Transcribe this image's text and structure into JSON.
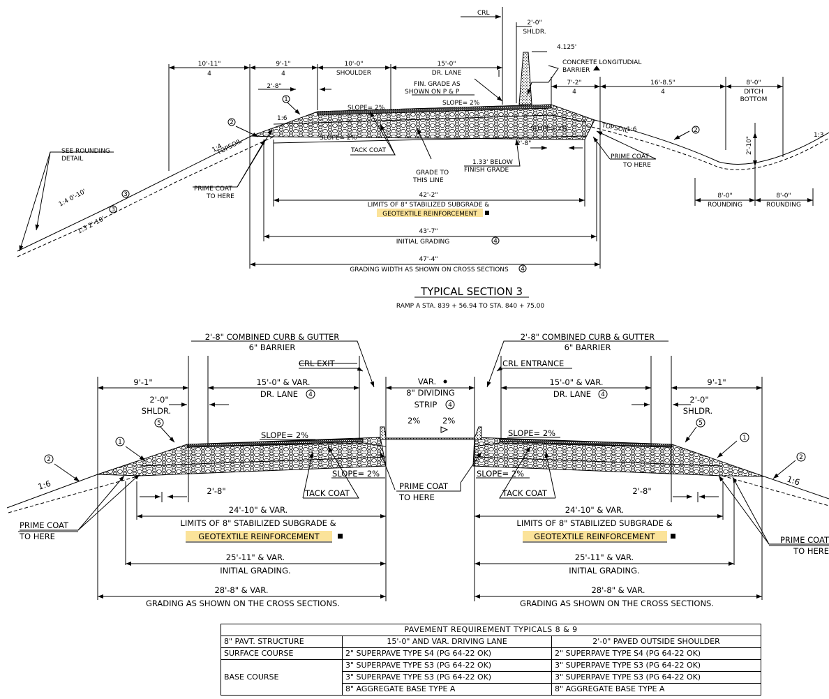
{
  "section3": {
    "dims_top": [
      "10'-11\"",
      "9'-1\"",
      "10'-0\"",
      "15'-0\"",
      "7'-2\"",
      "16'-8.5\"",
      "8'-0\""
    ],
    "dim_2_8_left": "2'-8\"",
    "crl": "CRL",
    "shldr_dim": "2'-0\"",
    "shldr": "SHLDR.",
    "offset": "4.125'",
    "barrier_l1": "CONCRETE LONGITUDIAL",
    "barrier_l2": "BARRIER",
    "shoulder": "SHOULDER",
    "dr_lane": "DR. LANE",
    "fin_grade_l1": "FIN. GRADE AS",
    "fin_grade_l2": "SHOWN ON P & P",
    "ditch_l1": "DITCH",
    "ditch_l2": "BOTTOM",
    "slope_1": "SLOPE= 2%",
    "slope_2": "SLOPE= 2%",
    "slope_3": "SLOPE= 2%",
    "slope_4": "SLOPE= 2%",
    "ratio_16_left": "1:6",
    "ratio_16_right": "1:6",
    "ratio_14": "1:4",
    "topsoil": "TOPSOIL",
    "topsoil_right": "TOPSOIL",
    "rounding_l1": "SEE ROUNDING",
    "rounding_l2": "DETAIL",
    "rounding_dim_1": "1:4  0'-10'",
    "rounding_dim_2": "1:3  2'-10'",
    "tack_coat": "TACK COAT",
    "grade_l1": "GRADE TO",
    "grade_l2": "THIS LINE",
    "below_l1": "1.33' BELOW",
    "below_l2": "FINISH GRADE",
    "dim_2_8_right": "2'-8\"",
    "prime_l1": "PRIME COAT",
    "prime_l2": "TO HERE",
    "prime_r1": "PRIME COAT",
    "prime_r2": "TO HERE",
    "ditch_depth": "2'-10\"",
    "round_dim_1": "8'-0\"",
    "round_dim_2": "8'-0\"",
    "round_1": "ROUNDING",
    "round_2": "ROUNDING",
    "limits_dim": "42'-2\"",
    "limits_label": "LIMITS OF 8\" STABILIZED SUBGRADE &",
    "geotextile": "GEOTEXTILE REINFORCEMENT",
    "initial_dim": "43'-7\"",
    "initial_label": "INITIAL GRADING",
    "grading_dim": "47'-4\"",
    "grading_label": "GRADING WIDTH AS SHOWN ON CROSS SECTIONS",
    "title": "TYPICAL SECTION  3",
    "subtitle": "RAMP A  STA. 839 + 56.94  TO  STA. 840 + 75.00",
    "ratio_13_right": "1:3"
  },
  "section_lower": {
    "curb_l1_left": "2'-8\" COMBINED CURB & GUTTER",
    "curb_l2_left": "6\" BARRIER",
    "curb_l1_right": "2'-8\" COMBINED CURB & GUTTER",
    "curb_l2_right": "6\" BARRIER",
    "crl_exit": "CRL EXIT",
    "crl_entrance": "CRL ENTRANCE",
    "var": "VAR.",
    "strip_l1": "8\" DIVIDING",
    "strip_l2": "STRIP",
    "dim_9_1_left": "9'-1\"",
    "dim_9_1_right": "9'-1\"",
    "lane_dim_left": "15'-0\" & VAR.",
    "lane_dim_right": "15'-0\" & VAR.",
    "lane_left": "DR. LANE",
    "lane_right": "DR. LANE",
    "shldr_dim_left": "2'-0\"",
    "shldr_dim_right": "2'-0\"",
    "shldr_left": "SHLDR.",
    "shldr_right": "SHLDR.",
    "slope_tl": "SLOPE= 2%",
    "slope_tr": "SLOPE= 2%",
    "slope_bl": "SLOPE= 2%",
    "slope_br": "SLOPE= 2%",
    "pct_l": "2%",
    "pct_r": "2%",
    "ratio_left": "1:6",
    "ratio_right": "1:6",
    "dim_2_8_left": "2'-8\"",
    "dim_2_8_right": "2'-8\"",
    "tack_left": "TACK COAT",
    "tack_right": "TACK COAT",
    "prime_mid_l1": "PRIME COAT",
    "prime_mid_l2": "TO HERE",
    "prime_left_l1": "PRIME COAT",
    "prime_left_l2": "TO HERE",
    "prime_right_l1": "PRIME COAT",
    "prime_right_l2": "TO HERE",
    "limits_dim_left": "24'-10\" & VAR.",
    "limits_dim_right": "24'-10\" & VAR.",
    "limits_left": "LIMITS OF 8\" STABILIZED SUBGRADE &",
    "limits_right": "LIMITS OF 8\" STABILIZED SUBGRADE &",
    "geo_left": "GEOTEXTILE REINFORCEMENT",
    "geo_right": "GEOTEXTILE REINFORCEMENT",
    "initial_dim_left": "25'-11\" & VAR.",
    "initial_dim_right": "25'-11\" & VAR.",
    "initial_left": "INITIAL GRADING.",
    "initial_right": "INITIAL GRADING.",
    "grading_dim_left": "28'-8\" & VAR.",
    "grading_dim_right": "28'-8\" & VAR.",
    "grading_left": "GRADING AS SHOWN ON THE CROSS SECTIONS.",
    "grading_right": "GRADING AS SHOWN ON THE CROSS SECTIONS."
  },
  "notes": {
    "n1": "1",
    "n2": "2",
    "n3": "3",
    "n4": "4",
    "n5": "5"
  },
  "table": {
    "title": "PAVEMENT REQUIREMENT TYPICALS 8  & 9",
    "headers": [
      "8\" PAVT. STRUCTURE",
      "15'-0\" AND VAR.  DRIVING LANE",
      "2'-0\" PAVED OUTSIDE SHOULDER"
    ],
    "surface_label": "SURFACE COURSE",
    "base_label": "BASE COURSE",
    "rows": [
      [
        "2\" SUPERPAVE TYPE S4 (PG 64-22 OK)",
        "2\" SUPERPAVE TYPE S4 (PG 64-22 OK)"
      ],
      [
        "3\" SUPERPAVE TYPE S3 (PG 64-22 OK)",
        "3\" SUPERPAVE TYPE S3 (PG 64-22 OK)"
      ],
      [
        "3\" SUPERPAVE TYPE S3 (PG 64-22 OK)",
        "3\" SUPERPAVE TYPE S3 (PG 64-22 OK)"
      ],
      [
        "8\" AGGREGATE BASE TYPE A",
        "8\" AGGREGATE BASE TYPE A"
      ]
    ]
  },
  "colors": {
    "ink": "#000000",
    "highlight": "#fbe39a"
  }
}
